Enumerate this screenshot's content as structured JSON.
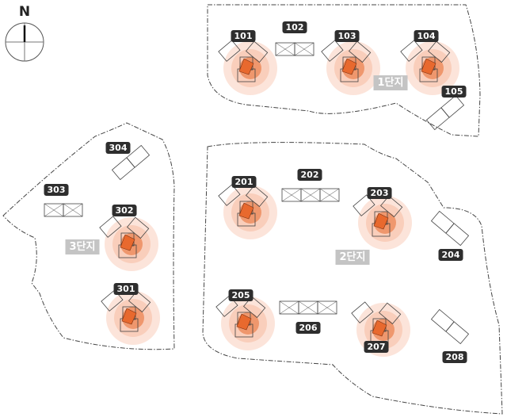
{
  "compass": {
    "label": "N"
  },
  "zones": [
    {
      "id": "zone-1",
      "label": "1단지"
    },
    {
      "id": "zone-2",
      "label": "2단지"
    },
    {
      "id": "zone-3",
      "label": "3단지"
    }
  ],
  "buildings": [
    {
      "id": "101",
      "label": "101",
      "highlighted": true
    },
    {
      "id": "102",
      "label": "102",
      "highlighted": false
    },
    {
      "id": "103",
      "label": "103",
      "highlighted": true
    },
    {
      "id": "104",
      "label": "104",
      "highlighted": true
    },
    {
      "id": "105",
      "label": "105",
      "highlighted": false
    },
    {
      "id": "201",
      "label": "201",
      "highlighted": true
    },
    {
      "id": "202",
      "label": "202",
      "highlighted": false
    },
    {
      "id": "203",
      "label": "203",
      "highlighted": true
    },
    {
      "id": "204",
      "label": "204",
      "highlighted": false
    },
    {
      "id": "205",
      "label": "205",
      "highlighted": true
    },
    {
      "id": "206",
      "label": "206",
      "highlighted": false
    },
    {
      "id": "207",
      "label": "207",
      "highlighted": true
    },
    {
      "id": "208",
      "label": "208",
      "highlighted": false
    },
    {
      "id": "301",
      "label": "301",
      "highlighted": true
    },
    {
      "id": "302",
      "label": "302",
      "highlighted": true
    },
    {
      "id": "303",
      "label": "303",
      "highlighted": false
    },
    {
      "id": "304",
      "label": "304",
      "highlighted": false
    }
  ],
  "colors": {
    "highlight": "#e8692e",
    "halo": "#f6b394",
    "outline": "#444444",
    "tag": "#2e2e2e",
    "zone_label": "#c4c4c4"
  }
}
